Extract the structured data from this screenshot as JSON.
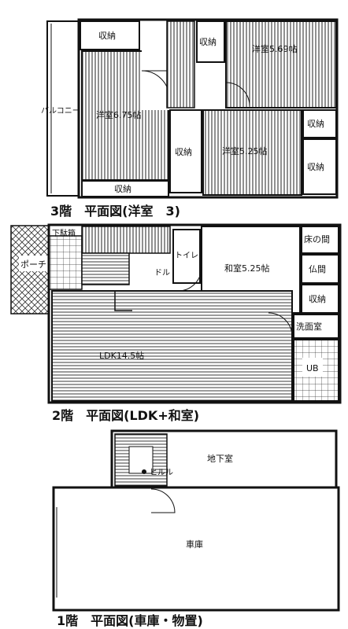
{
  "floors": {
    "f3": {
      "caption": "3階　平面図(洋室　3)",
      "rooms": {
        "youshitsu_675": "洋室6.75帖",
        "youshitsu_569": "洋室5.69帖",
        "youshitsu_525": "洋室5.25帖",
        "shuno_top_left": "収納",
        "shuno_top_mid": "収納",
        "shuno_mid": "収納",
        "shuno_bottom": "収納",
        "shuno_right_1": "収納",
        "shuno_right_2": "収納",
        "balcony": "バルコニー"
      }
    },
    "f2": {
      "caption": "2階　平面図(LDK+和室)",
      "rooms": {
        "ldk": "LDK14.5帖",
        "washitsu": "和室5.25帖",
        "toilet": "トイレ",
        "wc": "ドル",
        "tokonoma": "床の間",
        "butsuma": "仏間",
        "shuno": "収納",
        "senmen": "洗面室",
        "ub": "UB",
        "shoebox": "下駄箱",
        "porch": "ポーチ"
      }
    },
    "f1": {
      "caption": "1階　平面図(車庫・物置)",
      "rooms": {
        "basement": "地下室",
        "garage": "車庫",
        "el": "ヒルル"
      }
    }
  }
}
